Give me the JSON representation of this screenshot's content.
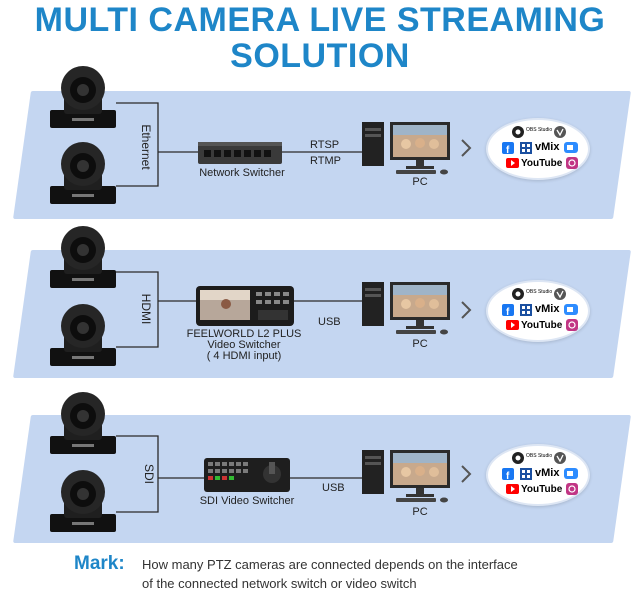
{
  "title": {
    "line1": "MULTI CAMERA LIVE STREAMING",
    "line2": "SOLUTION"
  },
  "colors": {
    "title": "#1e86c8",
    "panel": "#c4d6f1",
    "camera": "#1a1a1a"
  },
  "rows": [
    {
      "connection": "Ethernet",
      "switcher": [
        "Network Switcher"
      ],
      "link": [
        "RTSP",
        "RTMP"
      ],
      "pc": "PC"
    },
    {
      "connection": "HDMI",
      "switcher": [
        "FEELWORLD L2 PLUS",
        "Video Switcher",
        "( 4 HDMI input)"
      ],
      "link": [
        "USB"
      ],
      "pc": "PC"
    },
    {
      "connection": "SDI",
      "switcher": [
        "SDI Video Switcher"
      ],
      "link": [
        "USB"
      ],
      "pc": "PC"
    }
  ],
  "platforms": {
    "obs": "OBS Studio",
    "vmix": "vMix",
    "youtube": "YouTube",
    "icons": [
      "obs-icon",
      "vimeo-icon",
      "facebook-icon",
      "vmix-icon",
      "zoom-icon",
      "youtube-icon",
      "instagram-icon"
    ]
  },
  "mark": {
    "label": "Mark:",
    "line1": "How many PTZ cameras are connected depends on the interface",
    "line2": "of the connected network switch or video switch"
  }
}
